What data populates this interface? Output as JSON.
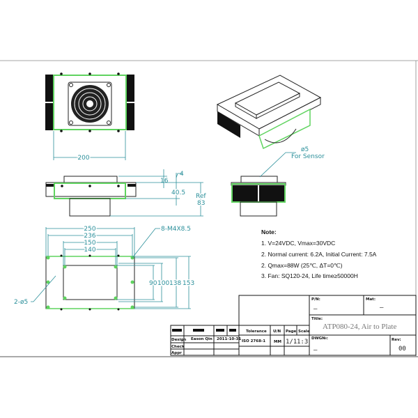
{
  "dimensions": {
    "top_width": "200",
    "height_16": "16",
    "height_4": "4",
    "height_40_5": "40.5",
    "ref_label": "Ref",
    "ref_value": "83",
    "sensor_hole": "ø5",
    "sensor_label": "For Sensor",
    "w250": "250",
    "w236": "236",
    "w150": "150",
    "w140": "140",
    "screws": "8-M4X8.5",
    "holes": "2-ø5",
    "h90": "90",
    "h100": "100",
    "h138": "138",
    "h153": "153"
  },
  "notes": {
    "heading": "Note:",
    "items": [
      "1. V=24VDC, Vmax=30VDC",
      "2. Normal current: 6.2A, Initial Current: 7.5A",
      "2. Qmax=88W (25℃, ΔT=0℃)",
      "3. Fan: SQ120-24, Life time≥50000H"
    ]
  },
  "title_block": {
    "pn_label": "P/N:",
    "pn_value": "—",
    "mat_label": "Mat:",
    "mat_value": "—",
    "title_label": "Title:",
    "title_value": "ATP080-24, Air to Plate",
    "dwg_label": "DWG№:",
    "dwg_value": "—",
    "rev_label": "Rev:",
    "rev_value": "00",
    "tolerance_label": "Tolerance",
    "tolerance_value": "ISO 2768-1",
    "unit_label": "U/N",
    "unit_value": "MM",
    "page_label": "Page",
    "page_value": "1/1",
    "scale_label": "Scale",
    "scale_value": "1:3",
    "rows": [
      "Design",
      "Check",
      "Appr"
    ],
    "designer": "Eason Qin",
    "date": "2011-10-31"
  },
  "colors": {
    "dimension": "#2a8f9a",
    "highlight": "#5fd35f",
    "line": "#222222"
  }
}
